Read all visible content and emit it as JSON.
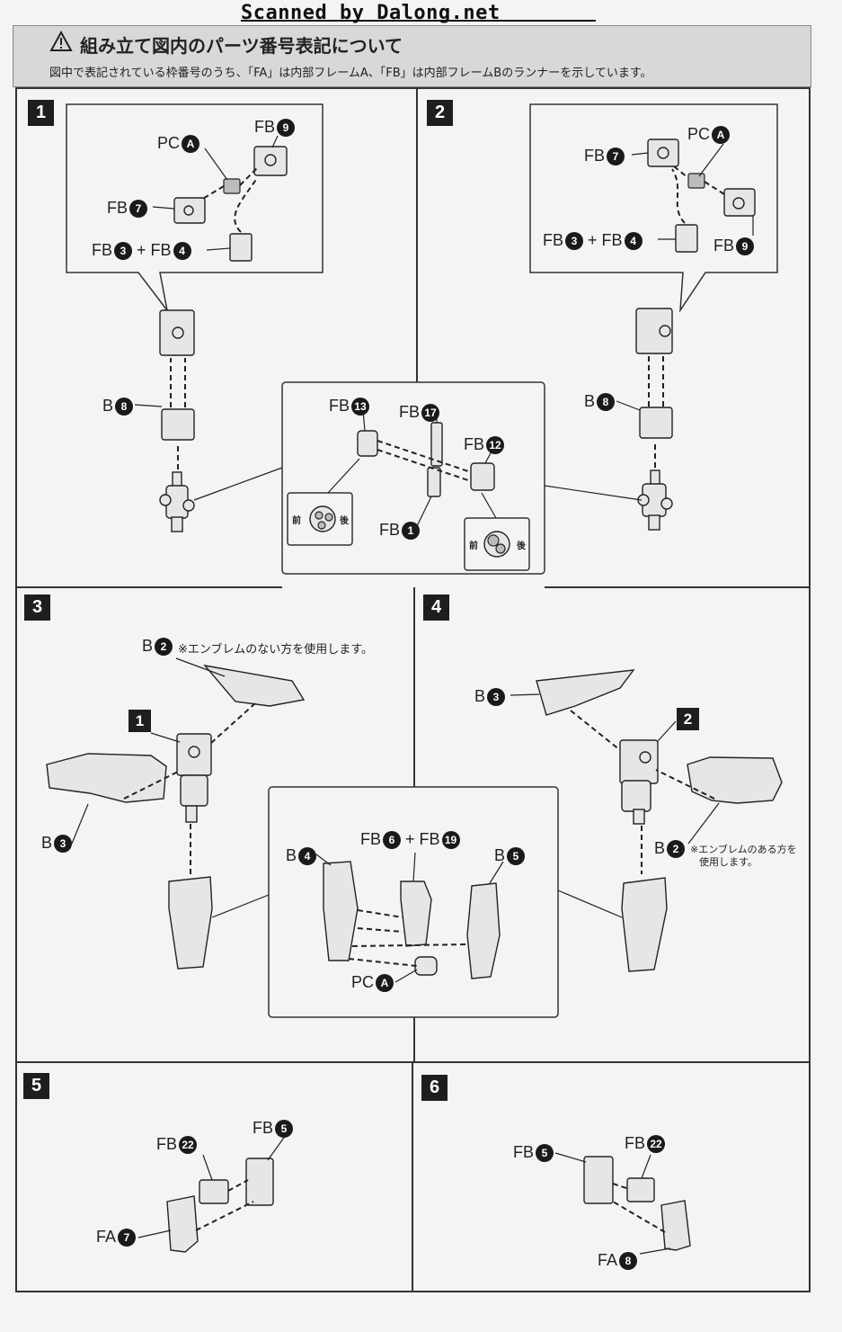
{
  "watermark": "Scanned by Dalong.net",
  "notice": {
    "title": "組み立て図内のパーツ番号表記について",
    "subtitle": "図中で表記されている枠番号のうち、「FA」は内部フレームA、「FB」は内部フレームBのランナーを示しています。"
  },
  "steps": {
    "s1": "1",
    "s2": "2",
    "s3": "3",
    "s4": "4",
    "s5": "5",
    "s6": "6"
  },
  "step1": {
    "pc_a": {
      "prefix": "PC",
      "num": "A"
    },
    "fb9": {
      "prefix": "FB",
      "num": "9"
    },
    "fb7": {
      "prefix": "FB",
      "num": "7"
    },
    "fb3": {
      "prefix": "FB",
      "num": "3"
    },
    "plus": "+",
    "fb4": {
      "prefix": "FB",
      "num": "4"
    },
    "b8": {
      "prefix": "B",
      "num": "8"
    }
  },
  "step2": {
    "pc_a": {
      "prefix": "PC",
      "num": "A"
    },
    "fb7": {
      "prefix": "FB",
      "num": "7"
    },
    "fb3": {
      "prefix": "FB",
      "num": "3"
    },
    "plus": "+",
    "fb4": {
      "prefix": "FB",
      "num": "4"
    },
    "fb9": {
      "prefix": "FB",
      "num": "9"
    },
    "b8": {
      "prefix": "B",
      "num": "8"
    }
  },
  "shared_detail": {
    "fb13": {
      "prefix": "FB",
      "num": "13"
    },
    "fb17": {
      "prefix": "FB",
      "num": "17"
    },
    "fb12": {
      "prefix": "FB",
      "num": "12"
    },
    "fb1": {
      "prefix": "FB",
      "num": "1"
    },
    "front": "前",
    "back": "後"
  },
  "step3": {
    "b2": {
      "prefix": "B",
      "num": "2"
    },
    "b2_note": "※エンブレムのない方を使用します。",
    "ref1": "1",
    "b3": {
      "prefix": "B",
      "num": "3"
    }
  },
  "step4": {
    "b3": {
      "prefix": "B",
      "num": "3"
    },
    "ref2": "2",
    "b2": {
      "prefix": "B",
      "num": "2"
    },
    "b2_note1": "※エンブレムのある方を",
    "b2_note2": "使用します。"
  },
  "leg_detail": {
    "b4": {
      "prefix": "B",
      "num": "4"
    },
    "fb6": {
      "prefix": "FB",
      "num": "6"
    },
    "plus": "+",
    "fb19": {
      "prefix": "FB",
      "num": "19"
    },
    "b5": {
      "prefix": "B",
      "num": "5"
    },
    "pc_a": {
      "prefix": "PC",
      "num": "A"
    }
  },
  "step5": {
    "fb22": {
      "prefix": "FB",
      "num": "22"
    },
    "fb5": {
      "prefix": "FB",
      "num": "5"
    },
    "fa7": {
      "prefix": "FA",
      "num": "7"
    }
  },
  "step6": {
    "fb5": {
      "prefix": "FB",
      "num": "5"
    },
    "fb22": {
      "prefix": "FB",
      "num": "22"
    },
    "fa8": {
      "prefix": "FA",
      "num": "8"
    }
  }
}
